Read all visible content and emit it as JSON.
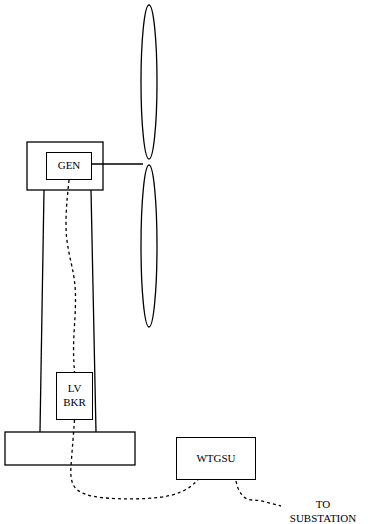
{
  "diagram": {
    "nodes": [
      {
        "text": [
          "GEN"
        ]
      },
      {
        "text": [
          "LV BKR"
        ]
      },
      {
        "text": [
          "WTGSU"
        ]
      }
    ],
    "edges": [
      {
        "from": 0,
        "to": 1,
        "arrow": "none"
      },
      {
        "from": 1,
        "to": 2,
        "arrow": "none"
      }
    ],
    "labels": [
      "TO SUBSTATION"
    ]
  }
}
